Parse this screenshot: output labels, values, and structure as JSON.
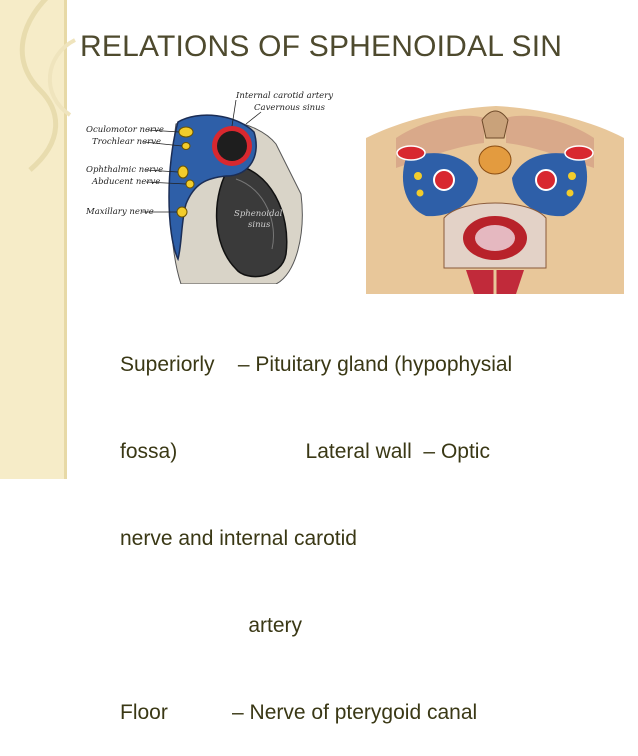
{
  "slide": {
    "title": "RELATIONS OF SPHENOIDAL SIN",
    "lines": [
      "Superiorly    – Pituitary gland (hypophysial",
      "fossa)                      Lateral wall  – Optic",
      "nerve and internal carotid",
      "                      artery",
      "Floor           – Nerve of pterygoid canal"
    ]
  },
  "figure_left": {
    "labels": {
      "internal_carotid": "Internal carotid artery",
      "cavernous_sinus": "Cavernous sinus",
      "oculomotor": "Oculomotor nerve",
      "trochlear": "Trochlear nerve",
      "ophthalmic": "Ophthalmic nerve",
      "abducent": "Abducent nerve",
      "maxillary": "Maxillary nerve",
      "sphenoidal_line1": "Sphenoidal",
      "sphenoidal_line2": "sinus"
    }
  },
  "colors": {
    "title": "#4e4a2e",
    "text": "#3a3815",
    "band": "#f6ecc8",
    "sinus_blue": "#2e5fa8",
    "nerve_yellow": "#f2cc2c",
    "artery_red": "#d8282f"
  }
}
